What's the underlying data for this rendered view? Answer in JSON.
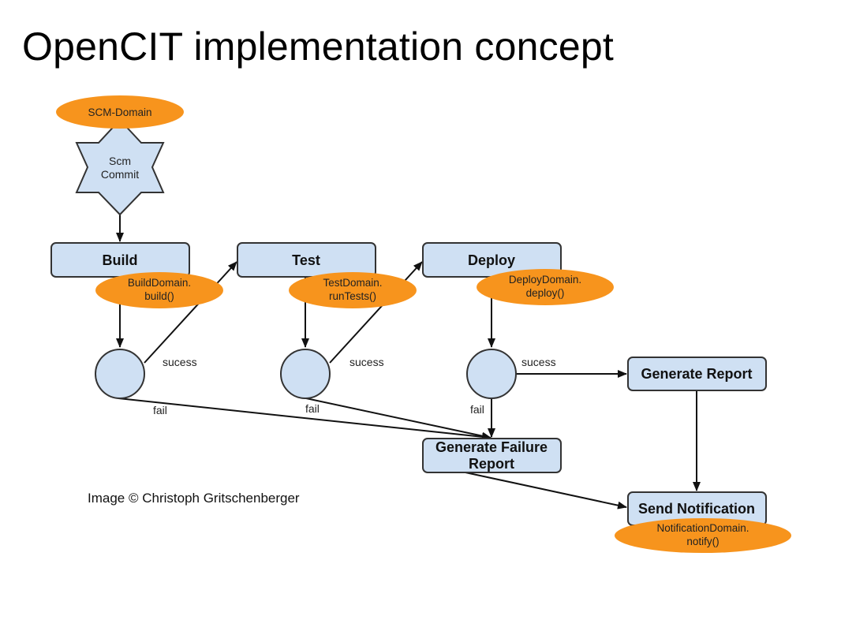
{
  "title": "OpenCIT implementation concept",
  "diagram": {
    "nodes": {
      "scm_domain": "SCM-Domain",
      "scm_commit_line1": "Scm",
      "scm_commit_line2": "Commit",
      "build": "Build",
      "test": "Test",
      "deploy": "Deploy",
      "build_domain_line1": "BuildDomain.",
      "build_domain_line2": "build()",
      "test_domain_line1": "TestDomain.",
      "test_domain_line2": "runTests()",
      "deploy_domain_line1": "DeployDomain.",
      "deploy_domain_line2": "deploy()",
      "generate_report": "Generate Report",
      "generate_failure_line1": "Generate Failure",
      "generate_failure_line2": "Report",
      "send_notification": "Send Notification",
      "notification_domain_line1": "NotificationDomain.",
      "notification_domain_line2": "notify()"
    },
    "edges": {
      "success_1": "sucess",
      "success_2": "sucess",
      "success_3": "sucess",
      "fail_1": "fail",
      "fail_2": "fail",
      "fail_3": "fail"
    },
    "credit": "Image © Christoph Gritschenberger"
  },
  "colors": {
    "node_fill": "#cfe0f3",
    "node_stroke": "#333333",
    "domain_fill": "#f7941d"
  }
}
